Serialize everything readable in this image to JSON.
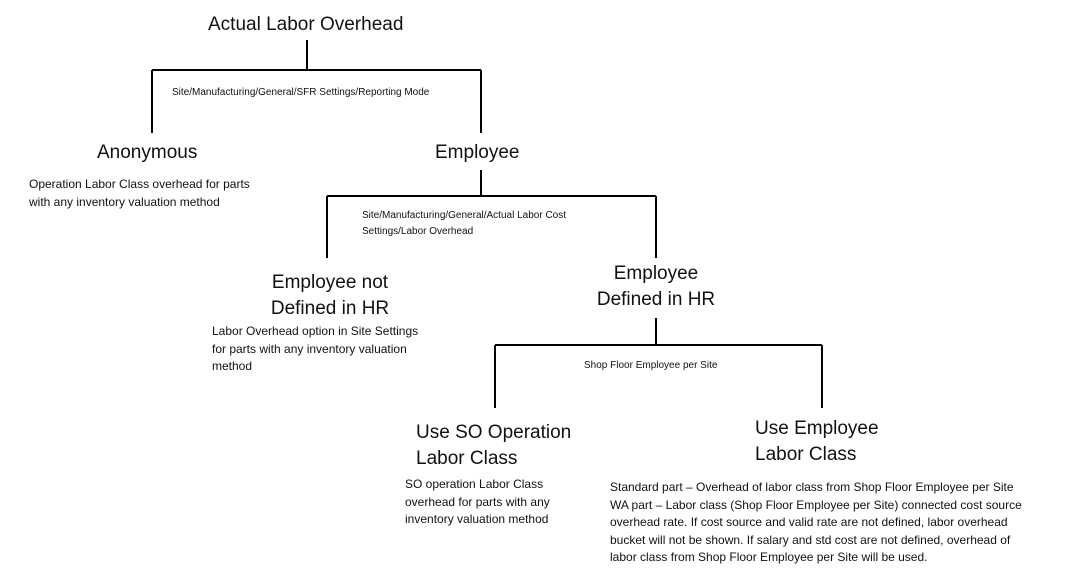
{
  "diagram": {
    "root": {
      "label": "Actual Labor Overhead"
    },
    "split_root": {
      "label": "Site/Manufacturing/General/SFR Settings/Reporting Mode"
    },
    "anonymous": {
      "label": "Anonymous",
      "description": [
        "Operation Labor Class overhead for parts",
        "with any inventory valuation method"
      ]
    },
    "employee": {
      "label": "Employee"
    },
    "split_employee": {
      "label": [
        "Site/Manufacturing/General/Actual Labor Cost",
        "Settings/Labor Overhead"
      ]
    },
    "not_in_hr": {
      "label": [
        "Employee not",
        "Defined in HR"
      ],
      "description": [
        "Labor Overhead option in Site Settings",
        "for parts with any inventory valuation",
        "method"
      ]
    },
    "in_hr": {
      "label": [
        "Employee",
        "Defined in HR"
      ]
    },
    "split_hr": {
      "label": "Shop Floor Employee per Site"
    },
    "so_operation": {
      "label": [
        "Use SO Operation",
        "Labor Class"
      ],
      "description": [
        "SO operation Labor Class",
        "overhead for parts with any",
        "inventory valuation method"
      ]
    },
    "use_employee": {
      "label": [
        "Use Employee",
        "Labor Class"
      ],
      "description": [
        "Standard part – Overhead of labor class from Shop Floor Employee per Site",
        "WA part – Labor class (Shop Floor Employee per Site) connected cost source",
        "overhead rate. If cost source and valid rate are not defined, labor overhead",
        "bucket will not be shown. If salary and std cost are not defined, overhead of",
        "labor class from Shop Floor Employee per Site will be used."
      ]
    }
  }
}
